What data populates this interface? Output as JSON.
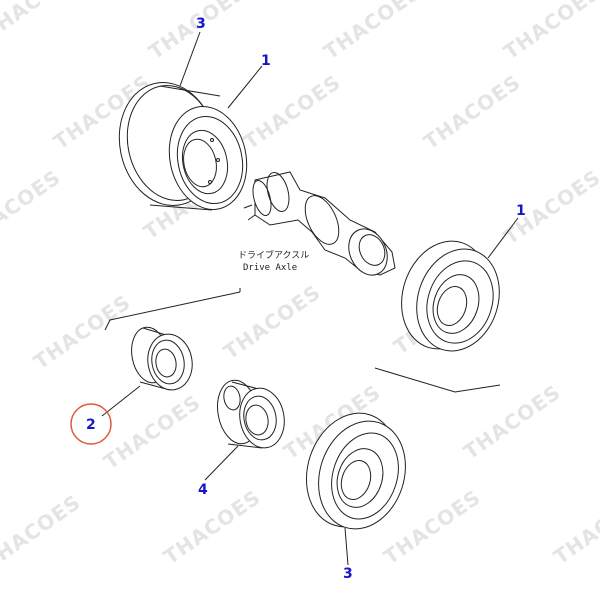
{
  "watermark": "THACOES",
  "parts": {
    "drive_axle": {
      "label_jp": "ドライブアクスル",
      "label_en": "Drive Axle"
    },
    "callouts": [
      {
        "id": "callout-3-top",
        "label": "3"
      },
      {
        "id": "callout-1-top",
        "label": "1"
      },
      {
        "id": "callout-1-right",
        "label": "1"
      },
      {
        "id": "callout-2",
        "label": "2"
      },
      {
        "id": "callout-4",
        "label": "4"
      },
      {
        "id": "callout-3-bottom",
        "label": "3"
      }
    ]
  },
  "colors": {
    "callout": "#1616c8",
    "highlight_circle": "#e05a3a",
    "watermark": "#e4e4e4",
    "lines": "#222222"
  }
}
